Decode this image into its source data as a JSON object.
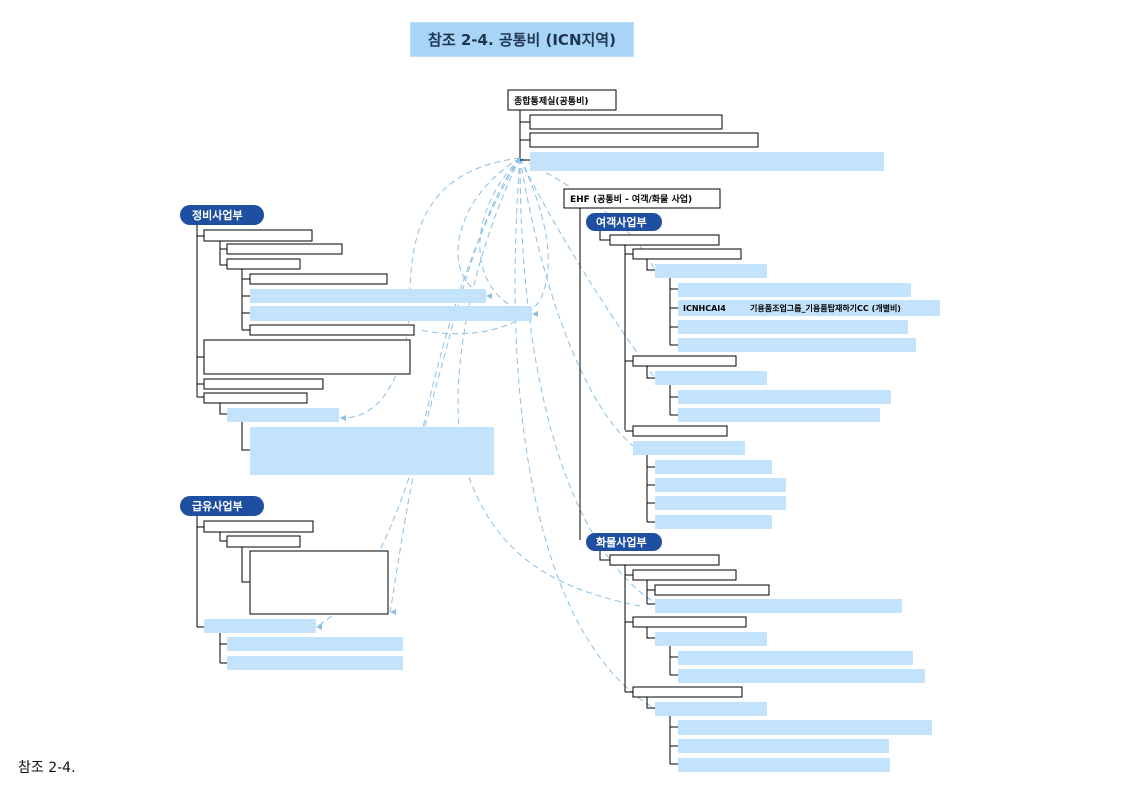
{
  "title": "참조 2-4. 공통비 (ICN지역)",
  "caption": "참조 2-4.",
  "colors": {
    "banner": "#a8d5f7",
    "pill": "#1e4fa0",
    "light_box": "#c3e2fb",
    "link": "#87bfe6"
  },
  "nodes": {
    "root": "종합통제실(공통비)",
    "ehf": "EHF (공통비 - 여객/화물 사업)",
    "passenger": "여객사업부",
    "cargo": "화물사업부",
    "maintenance": "정비사업부",
    "fuel": "급유사업부"
  },
  "passenger_row": {
    "code": "ICNHCAI4",
    "desc": "기용품조업그룹_기용품탑재하기CC (개별비)"
  }
}
